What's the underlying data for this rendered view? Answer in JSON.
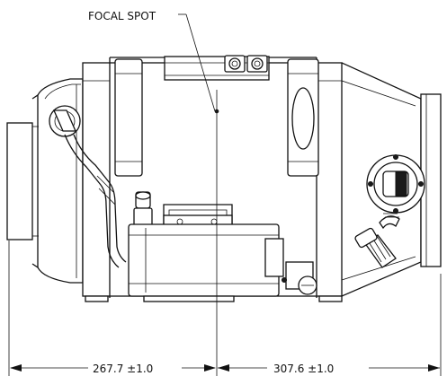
{
  "callouts": {
    "focal_spot": "FOCAL SPOT"
  },
  "dimensions": {
    "left": "267.7 ±1.0",
    "right": "307.6 ±1.0"
  }
}
